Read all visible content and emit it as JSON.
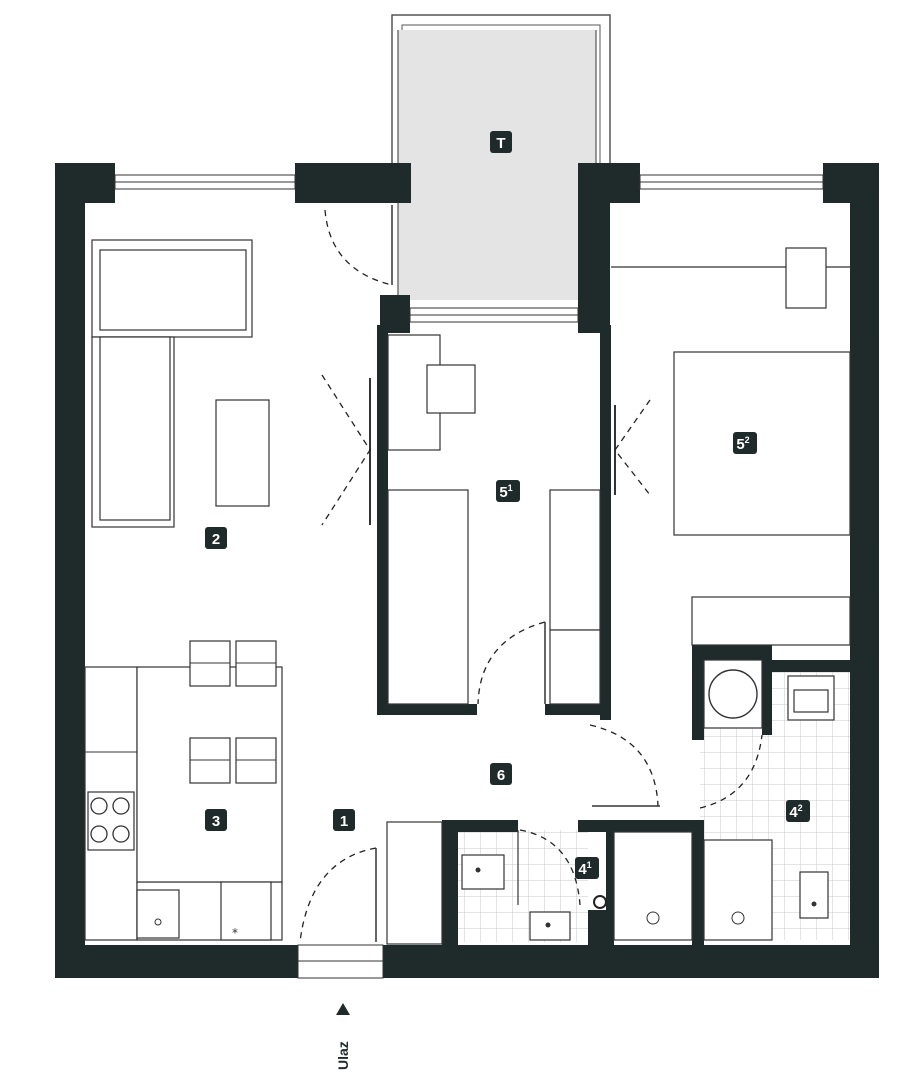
{
  "rooms": {
    "terrace": {
      "label": "T",
      "sup": ""
    },
    "living": {
      "label": "2",
      "sup": ""
    },
    "kitchen": {
      "label": "3",
      "sup": ""
    },
    "hall": {
      "label": "1",
      "sup": ""
    },
    "corridor": {
      "label": "6",
      "sup": ""
    },
    "bedroom_small": {
      "label": "5",
      "sup": "1"
    },
    "bedroom_large": {
      "label": "5",
      "sup": "2"
    },
    "wc": {
      "label": "4",
      "sup": "1"
    },
    "bathroom": {
      "label": "4",
      "sup": "2"
    }
  },
  "entry": {
    "label": "Ulaz"
  },
  "colors": {
    "wall": "#1f2a2a",
    "terrace_fill": "#e4e4e4",
    "tile_grid": "#c8c8c8"
  }
}
